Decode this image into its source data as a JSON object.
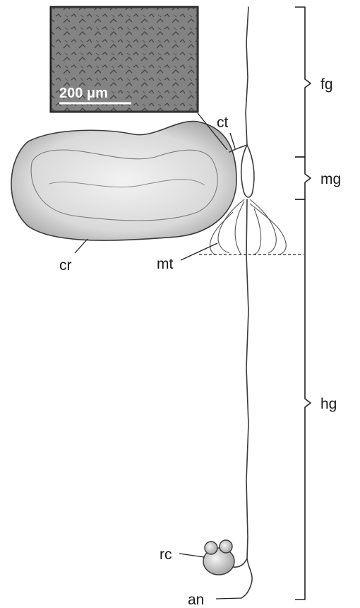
{
  "inset": {
    "scale_label": "200 μm"
  },
  "labels": {
    "ct": "ct",
    "cr": "cr",
    "mt": "mt",
    "rc": "rc",
    "an": "an"
  },
  "regions": {
    "fg": "fg",
    "mg": "mg",
    "hg": "hg"
  }
}
